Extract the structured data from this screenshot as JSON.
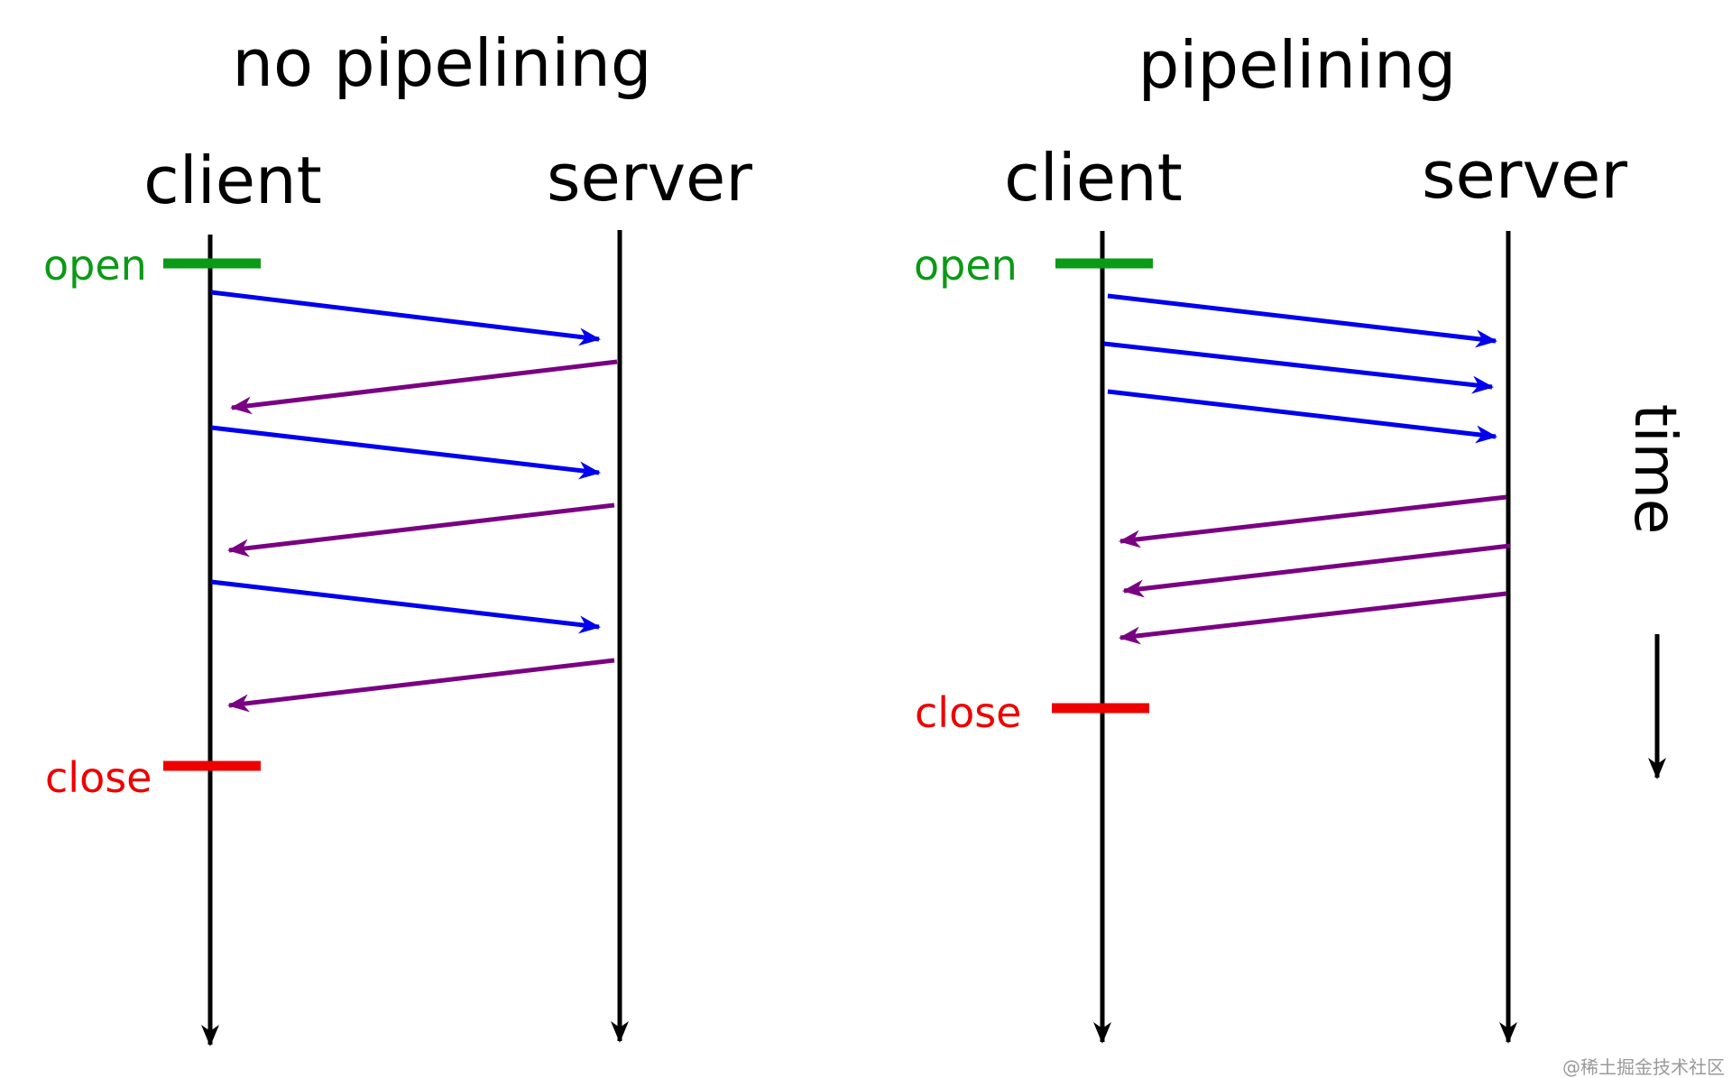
{
  "colors": {
    "timeline": "#000000",
    "request": "#0000ee",
    "response": "#7a0082",
    "open": "#0a9a16",
    "close": "#ee0000",
    "watermark": "#9a9a9a"
  },
  "panels": {
    "left": {
      "title": "no pipelining",
      "client_label": "client",
      "server_label": "server",
      "open_label": "open",
      "close_label": "close"
    },
    "right": {
      "title": "pipelining",
      "client_label": "client",
      "server_label": "server",
      "open_label": "open",
      "close_label": "close"
    }
  },
  "time_label": "time",
  "watermark": "@稀土掘金技术社区"
}
